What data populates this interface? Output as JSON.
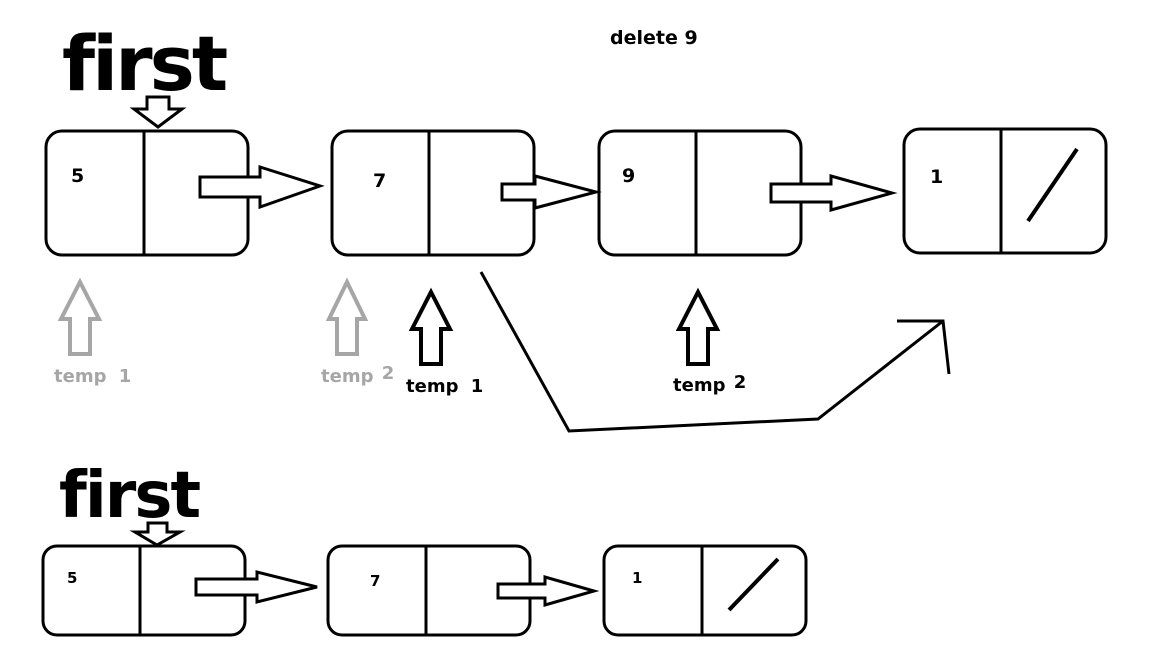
{
  "title": "delete 9",
  "colors": {
    "ink": "#000000",
    "faded": "#a6a6a6",
    "background": "#ffffff"
  },
  "top_list": {
    "head_label": "first",
    "nodes": [
      {
        "value": "5",
        "next": "arrow"
      },
      {
        "value": "7",
        "next": "arrow"
      },
      {
        "value": "9",
        "next": "arrow"
      },
      {
        "value": "1",
        "next": "null-slash"
      }
    ],
    "pointers": [
      {
        "label_text": "temp",
        "label_num": "1",
        "state": "previous"
      },
      {
        "label_text": "temp",
        "label_num": "2",
        "state": "previous"
      },
      {
        "label_text": "temp",
        "label_num": "1",
        "state": "current"
      },
      {
        "label_text": "temp",
        "label_num": "2",
        "state": "current"
      }
    ],
    "bypass_link": "node 7 to node 1"
  },
  "bottom_list": {
    "head_label": "first",
    "nodes": [
      {
        "value": "5",
        "next": "arrow"
      },
      {
        "value": "7",
        "next": "arrow"
      },
      {
        "value": "1",
        "next": "null-slash"
      }
    ]
  }
}
